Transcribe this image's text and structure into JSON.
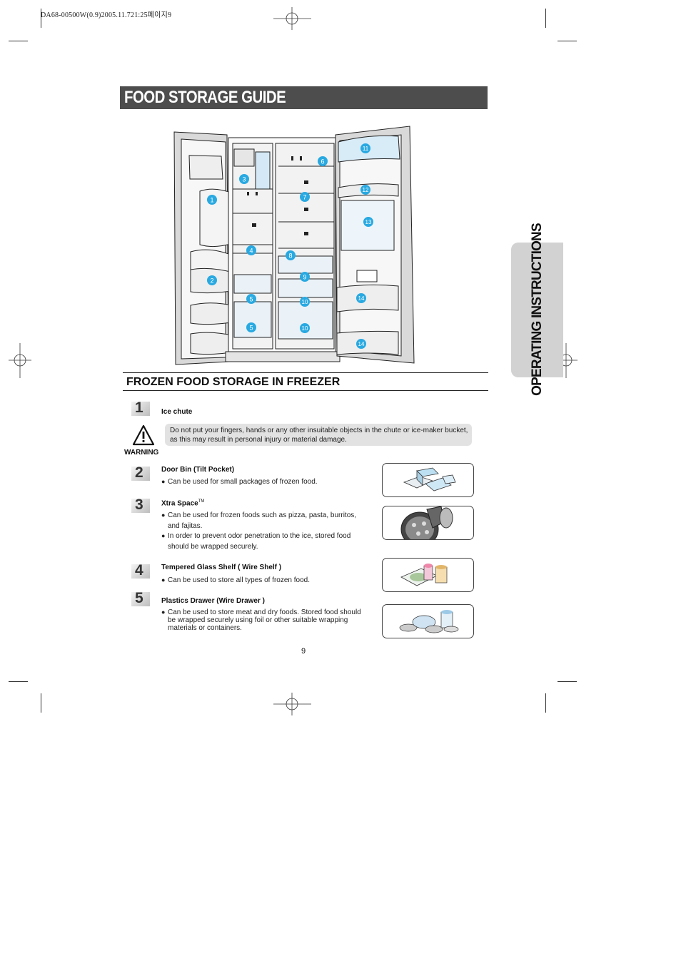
{
  "printer_note": "DA68-00500W(0.9)2005.11.721:25페이지9",
  "title": "FOOD STORAGE GUIDE",
  "side_tab": "OPERATING INSTRUCTIONS",
  "diagram": {
    "callouts": [
      "1",
      "2",
      "3",
      "4",
      "5",
      "5",
      "6",
      "7",
      "8",
      "9",
      "10",
      "10",
      "11",
      "12",
      "13",
      "14",
      "14"
    ],
    "callout_color": "#29a9e1"
  },
  "section_title": "FROZEN FOOD STORAGE IN FREEZER",
  "warning": {
    "label": "WARNING",
    "text": "Do not put your fingers, hands or any other insuitable objects in the chute or ice-maker bucket, as this may result in personal injury or material damage."
  },
  "items": [
    {
      "number": "1",
      "title": "Ice chute",
      "bullets": []
    },
    {
      "number": "2",
      "title": "Door Bin (Tilt Pocket)",
      "bullets": [
        "Can be used for small packages of frozen food."
      ]
    },
    {
      "number": "3",
      "title": "Xtra Space",
      "title_sup": "TM",
      "bullets": [
        "Can be used for frozen foods such as pizza, pasta, burritos, and fajitas.",
        "In order to prevent odor penetration to the ice, stored food should be wrapped securely."
      ]
    },
    {
      "number": "4",
      "title": "Tempered Glass Shelf ( Wire Shelf )",
      "bullets": [
        "Can be used to store all types of frozen food."
      ]
    },
    {
      "number": "5",
      "title": "Plastics Drawer (Wire Drawer )",
      "bullets": [
        "Can be used to store meat and dry foods. Stored food should be wrapped securely using foil or other suitable wrapping materials or containers."
      ]
    }
  ],
  "page_number": "9"
}
